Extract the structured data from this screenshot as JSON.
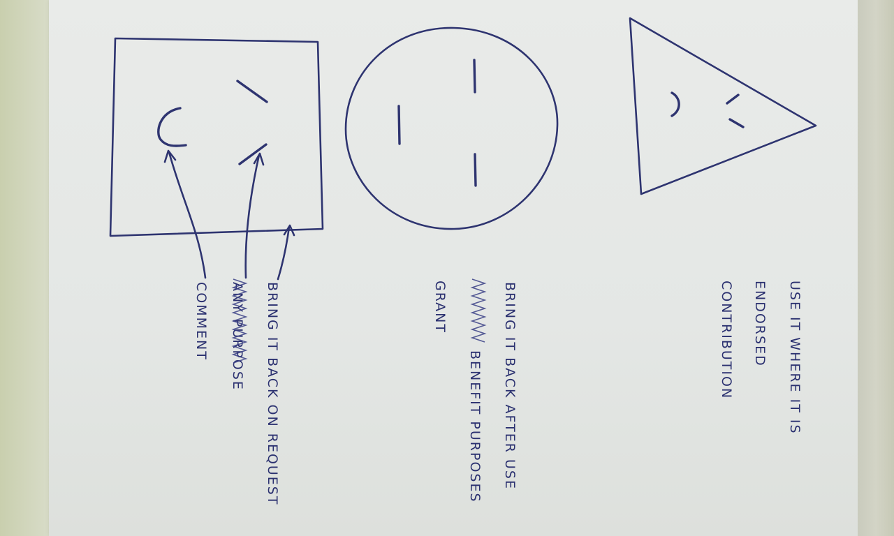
{
  "sketch": {
    "square_face": {
      "labels": {
        "bring_back": "BRING IT BACK ON REQUEST",
        "any_purpose": "ANY PURPOSE",
        "comment": "COMMENT"
      }
    },
    "circle_face": {
      "labels": {
        "line1": "BRING IT BACK AFTER USE",
        "line2": "BENEFIT PURPOSES",
        "line3": "GRANT"
      }
    },
    "triangle_face": {
      "labels": {
        "line1": "USE IT WHERE IT IS",
        "line2": "ENDORSED",
        "line3": "CONTRIBUTION"
      }
    }
  },
  "colors": {
    "ink": "#2e3470",
    "paper": "#e6e8e6"
  }
}
